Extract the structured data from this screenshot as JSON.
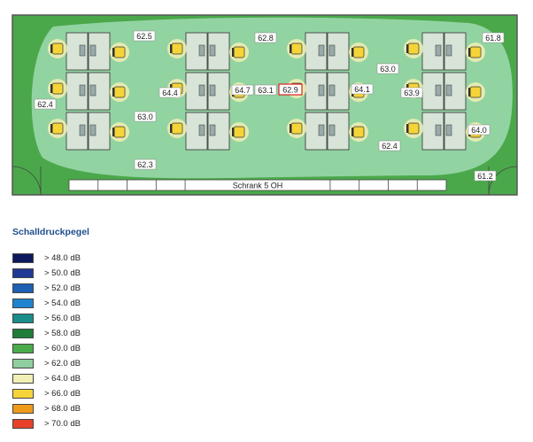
{
  "plan": {
    "cabinet_label": "Schrank 5 OH",
    "values": [
      {
        "id": "v1",
        "text": "62.5"
      },
      {
        "id": "v2",
        "text": "62.8"
      },
      {
        "id": "v3",
        "text": "61.8"
      },
      {
        "id": "v4",
        "text": "63.0"
      },
      {
        "id": "v5",
        "text": "62.4"
      },
      {
        "id": "v6",
        "text": "64.4"
      },
      {
        "id": "v7",
        "text": "64.7"
      },
      {
        "id": "v8",
        "text": "63.1"
      },
      {
        "id": "v9",
        "text": "62.9"
      },
      {
        "id": "v10",
        "text": "64.1"
      },
      {
        "id": "v11",
        "text": "63.9"
      },
      {
        "id": "v12",
        "text": "63.0"
      },
      {
        "id": "v13",
        "text": "64.0"
      },
      {
        "id": "v14",
        "text": "62.4"
      },
      {
        "id": "v15",
        "text": "62.3"
      },
      {
        "id": "v16",
        "text": "61.2"
      }
    ]
  },
  "legend": {
    "title": "Schalldruckpegel",
    "items": [
      {
        "label": "> 48.0 dB",
        "color": "#0d1b5e"
      },
      {
        "label": "> 50.0 dB",
        "color": "#1e3a96"
      },
      {
        "label": "> 52.0 dB",
        "color": "#1f5fb4"
      },
      {
        "label": "> 54.0 dB",
        "color": "#1e84cf"
      },
      {
        "label": "> 56.0 dB",
        "color": "#1a8d8a"
      },
      {
        "label": "> 58.0 dB",
        "color": "#1f7d3a"
      },
      {
        "label": "> 60.0 dB",
        "color": "#4aab4a"
      },
      {
        "label": "> 62.0 dB",
        "color": "#8fcf9f"
      },
      {
        "label": "> 64.0 dB",
        "color": "#f2efb4"
      },
      {
        "label": "> 66.0 dB",
        "color": "#f5d437"
      },
      {
        "label": "> 68.0 dB",
        "color": "#f09a1c"
      },
      {
        "label": "> 70.0 dB",
        "color": "#e8412a"
      }
    ]
  }
}
